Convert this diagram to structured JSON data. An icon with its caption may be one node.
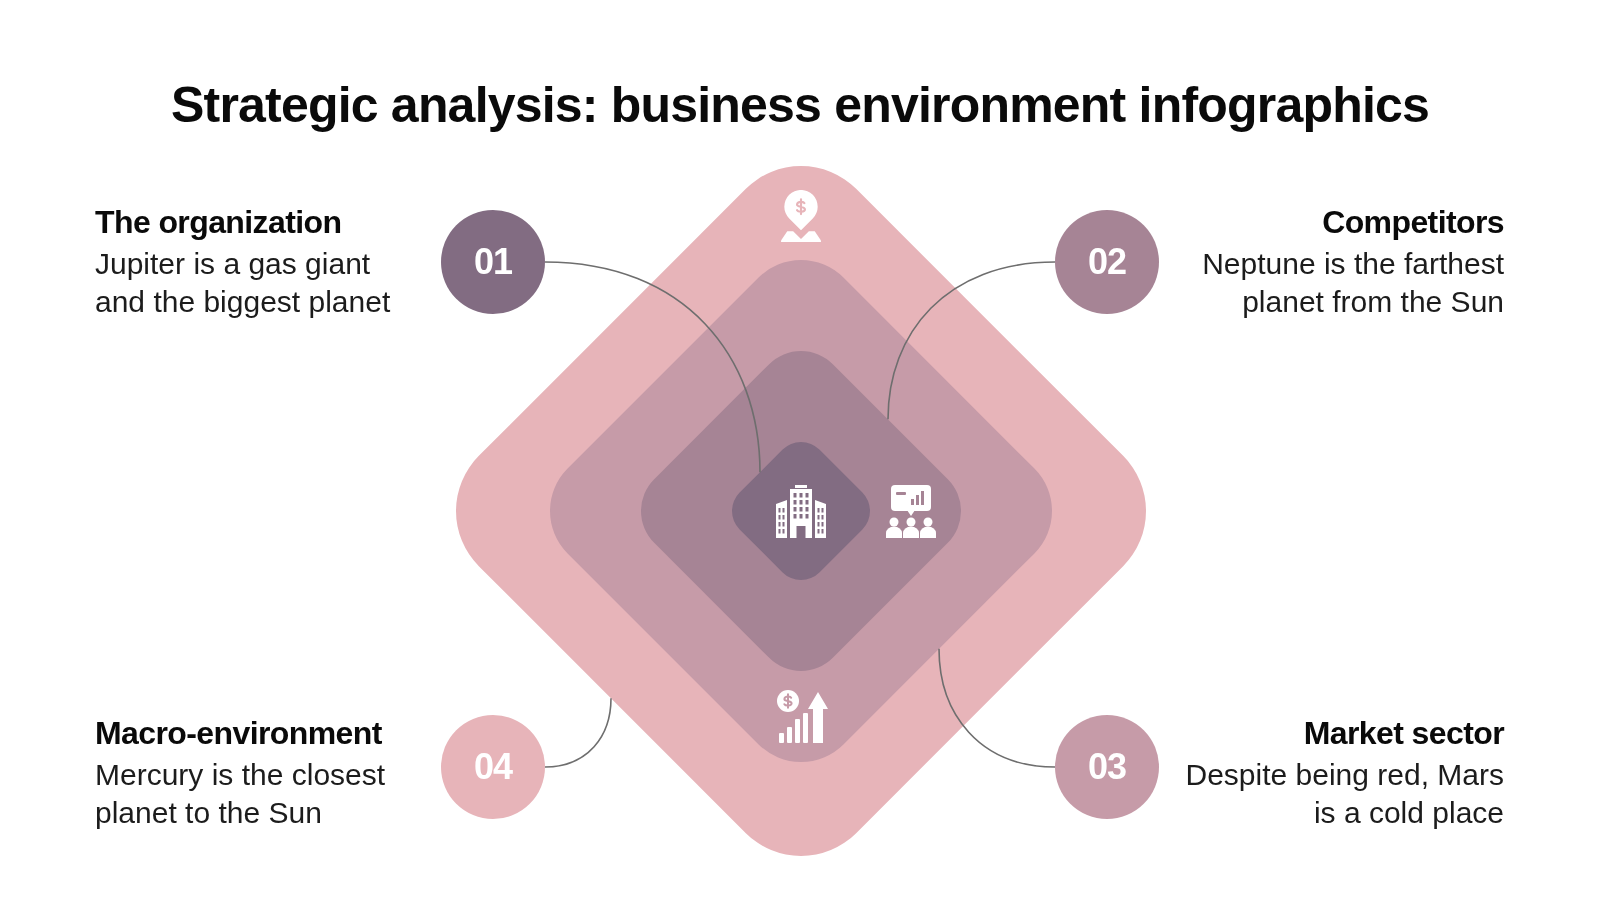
{
  "diagram": {
    "title": "Strategic analysis: business environment infographics",
    "nodes": [
      {
        "text": [
          "01"
        ],
        "beside": [
          "The organization",
          "Jupiter is a gas giant and the biggest planet"
        ]
      },
      {
        "text": [
          "02"
        ],
        "beside": [
          "Competitors",
          "Neptune is the farthest planet from the Sun"
        ]
      },
      {
        "text": [],
        "shape": "diamond"
      },
      {
        "text": [],
        "shape": "diamond",
        "in": 2
      },
      {
        "text": [],
        "shape": "diamond",
        "in": 3
      },
      {
        "text": [],
        "shape": "diamond",
        "in": 4
      },
      {
        "text": [
          "04"
        ],
        "beside": [
          "Macro-environment",
          "Mercury is the closest planet to the Sun"
        ]
      },
      {
        "text": [
          "03"
        ],
        "beside": [
          "Market sector",
          "Despite being red, Mars is a cold place"
        ]
      }
    ],
    "edges": [
      {
        "from": 0,
        "to": 5,
        "arrow": "none"
      },
      {
        "from": 1,
        "to": 4,
        "arrow": "none"
      },
      {
        "from": 7,
        "to": 3,
        "arrow": "none"
      },
      {
        "from": 6,
        "to": 2,
        "arrow": "none"
      }
    ]
  }
}
